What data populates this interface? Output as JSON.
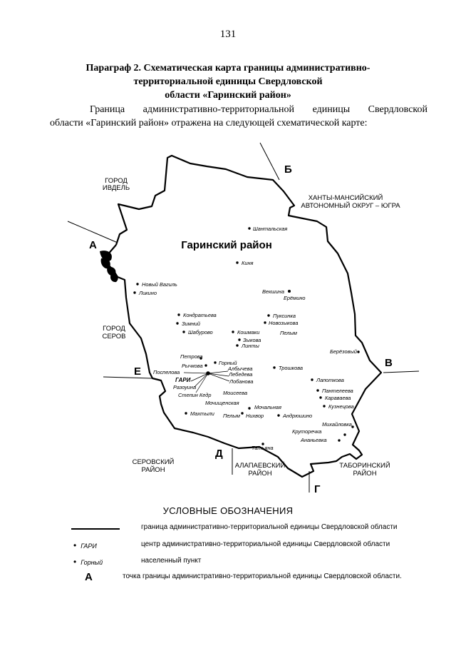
{
  "page_number": "131",
  "heading": {
    "line1": "Параграф 2. Схематическая карта границы административно-",
    "line2": "территориальной единицы Свердловской",
    "line3": "области «Гаринский район»"
  },
  "intro": {
    "line1": "Граница административно-территориальной единицы Свердловской",
    "line2": "области «Гаринский район» отражена на следующей схематической карте:"
  },
  "map": {
    "district_title": "Гаринский район",
    "border_points": [
      "А",
      "Б",
      "В",
      "Г",
      "Д",
      "Е"
    ],
    "neighbors": {
      "ivdel": [
        "ГОРОД",
        "ИВДЕЛЬ"
      ],
      "khmao": [
        "ХАНТЫ-МАНСИЙСКИЙ",
        "АВТОНОМНЫЙ ОКРУГ – ЮГРА"
      ],
      "serov_city": [
        "ГОРОД",
        "СЕРОВ"
      ],
      "serov_district": [
        "СЕРОВСКИЙ",
        "РАЙОН"
      ],
      "alapaevsky": [
        "АЛАПАЕВСКИЙ",
        "РАЙОН"
      ],
      "taborinsky": [
        "ТАБОРИНСКИЙ",
        "РАЙОН"
      ]
    },
    "center": "ГАРИ",
    "settlements": [
      "Шантальская",
      "Киня",
      "Новый Вагиль",
      "Ликино",
      "Векшина",
      "Ерёмино",
      "Кондратьева",
      "Зимний",
      "Шабурово",
      "Пуксинка",
      "Новозыкова",
      "Кошмаки",
      "Пелым",
      "Зыкова",
      "Линты",
      "Берёзовый",
      "Петрова",
      "Горный",
      "Рычкова",
      "Албычева",
      "Лебедева",
      "Поспелова",
      "Лобанова",
      "Трошкова",
      "Разоуина",
      "Степин Кедр",
      "Моисеева",
      "Лапоткова",
      "Пантелеева",
      "Караваева",
      "Кузнецова",
      "Мочищенская",
      "Мочальная",
      "Махтыли",
      "Пелым",
      "Нихвор",
      "Андрюшино",
      "Михайловка",
      "Круторечка",
      "Ананьевка",
      "Татьяна"
    ]
  },
  "legend": {
    "title": "УСЛОВНЫЕ ОБОЗНАЧЕНИЯ",
    "items": [
      {
        "symbol": "",
        "text": "граница административно-территориальной единицы Свердловской области"
      },
      {
        "symbol": "ГАРИ",
        "text": "центр административно-территориальной единицы Свердловской области"
      },
      {
        "symbol": "Горный",
        "text": "населенный пункт"
      },
      {
        "symbol": "А",
        "text": "точка границы административно-территориальной единицы Свердловской области."
      }
    ]
  }
}
